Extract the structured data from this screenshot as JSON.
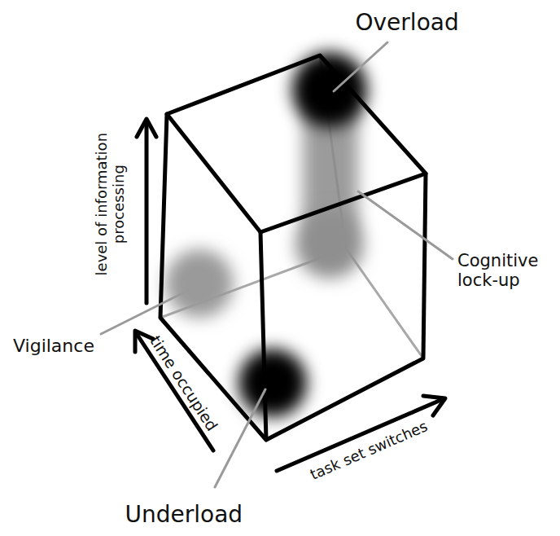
{
  "diagram": {
    "labels": [
      "Overload",
      "level of information processing",
      "Cognitive lock-up",
      "Vigilance",
      "time occupied",
      "task set switches",
      "Underload"
    ]
  }
}
